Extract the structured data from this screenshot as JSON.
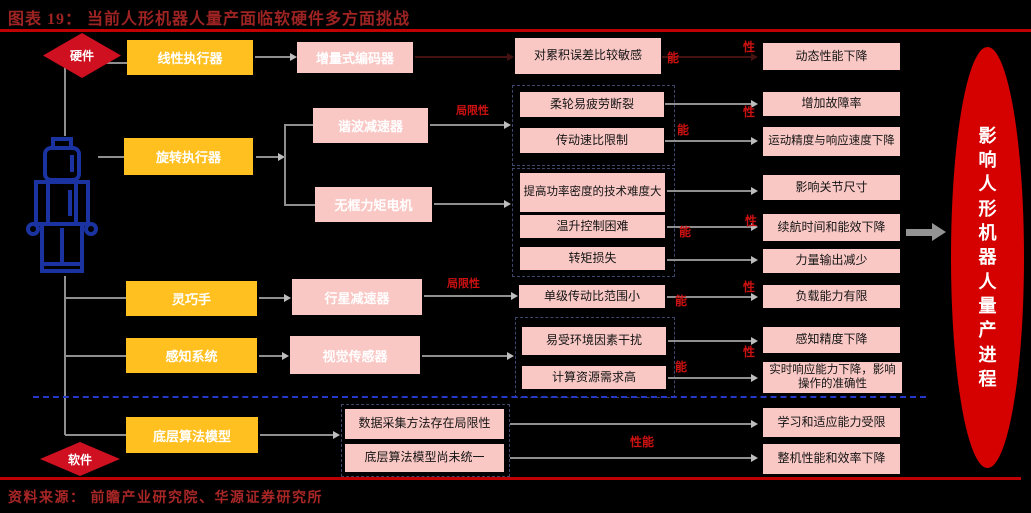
{
  "title": "图表 19：  当前人形机器人量产面临软硬件多方面挑战",
  "source": "资料来源：  前瞻产业研究院、华源证券研究所",
  "sections": {
    "hardware": "硬件",
    "software": "软件"
  },
  "categories": [
    "线性执行器",
    "旋转执行器",
    "灵巧手",
    "感知系统",
    "底层算法模型"
  ],
  "components": [
    "增量式编码器",
    "谐波减速器",
    "无框力矩电机",
    "行星减速器",
    "视觉传感器"
  ],
  "problems": [
    "对累积误差比较敏感",
    "柔轮易疲劳断裂",
    "传动速比限制",
    "提高功率密度的技术难度大",
    "温升控制困难",
    "转矩损失",
    "单级传动比范围小",
    "易受环境因素干扰",
    "计算资源需求高",
    "数据采集方法存在局限性",
    "底层算法模型尚未统一"
  ],
  "consequences": [
    "动态性能下降",
    "增加故障率",
    "运动精度与响应速度下降",
    "影响关节尺寸",
    "续航时间和能效下降",
    "力量输出减少",
    "负载能力有限",
    "感知精度下降",
    "实时响应能力下降，影响操作的准确性",
    "学习和适应能力受限",
    "整机性能和效率下降"
  ],
  "arrow_labels": {
    "limitation": "局限性",
    "performance": "性能",
    "perf_xing": "性",
    "perf_neng": "能"
  },
  "outcome": "影响人形机器人量产进程",
  "colors": {
    "background": "#000000",
    "accent_red": "#c00000",
    "title_red": "#9e2323",
    "category_yellow": "#ffc020",
    "box_pink": "#f9c8c5",
    "diamond_red": "#cf1020",
    "ellipse_red": "#d50000",
    "divider_blue": "#2538c8",
    "connector_gray": "#8f8f8f"
  }
}
